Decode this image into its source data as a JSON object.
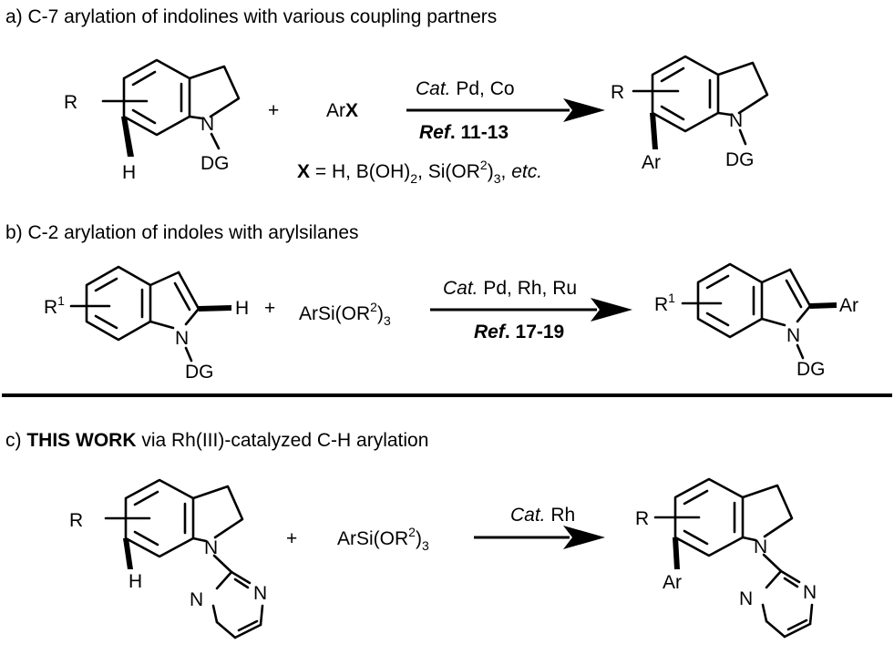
{
  "section_a": {
    "heading": "a) C-7 arylation of indolines with various coupling partners",
    "substituent": "R",
    "n_atom": "N",
    "dg": "DG",
    "h_atom": "H",
    "plus": "+",
    "reagent_prefix": "Ar",
    "reagent_x": "X",
    "catalyst_cat": "Cat.",
    "catalyst_metals": " Pd, Co",
    "ref_label": "Ref",
    "ref_numbers": ". 11-13",
    "x_bold": "X",
    "x_def_1": " = H, B(OH)",
    "x_def_sub1": "2",
    "x_def_2": ", Si(OR",
    "x_def_sup": "2",
    "x_def_3": ")",
    "x_def_sub2": "3",
    "x_def_4": ", ",
    "x_def_etc": "etc.",
    "product_r": "R",
    "product_n": "N",
    "product_dg": "DG",
    "product_ar": "Ar"
  },
  "section_b": {
    "heading": "b) C-2 arylation of indoles with arylsilanes",
    "substituent_r": "R",
    "substituent_sup": "1",
    "h_atom": "H",
    "n_atom": "N",
    "dg": "DG",
    "plus": "+",
    "reagent_1": "ArSi(OR",
    "reagent_sup": "2",
    "reagent_2": ")",
    "reagent_sub": "3",
    "catalyst_cat": "Cat.",
    "catalyst_metals": " Pd, Rh, Ru",
    "ref_label": "Ref",
    "ref_numbers": ". 17-19",
    "product_r": "R",
    "product_sup": "1",
    "product_ar": "Ar",
    "product_n": "N",
    "product_dg": "DG"
  },
  "section_c": {
    "heading_prefix": "c) ",
    "heading_bold": "THIS WORK",
    "heading_rest": " via Rh(III)-catalyzed C-H arylation",
    "substituent": "R",
    "n_atom": "N",
    "h_atom": "H",
    "pyrimidine_n1": "N",
    "pyrimidine_n2": "N",
    "plus": "+",
    "reagent_1": "ArSi(OR",
    "reagent_sup": "2",
    "reagent_2": ")",
    "reagent_sub": "3",
    "catalyst_cat": "Cat.",
    "catalyst_metals": " Rh",
    "product_r": "R",
    "product_n": "N",
    "product_ar": "Ar",
    "product_pyr_n1": "N",
    "product_pyr_n2": "N"
  },
  "colors": {
    "ink": "#000000",
    "background": "#ffffff"
  }
}
